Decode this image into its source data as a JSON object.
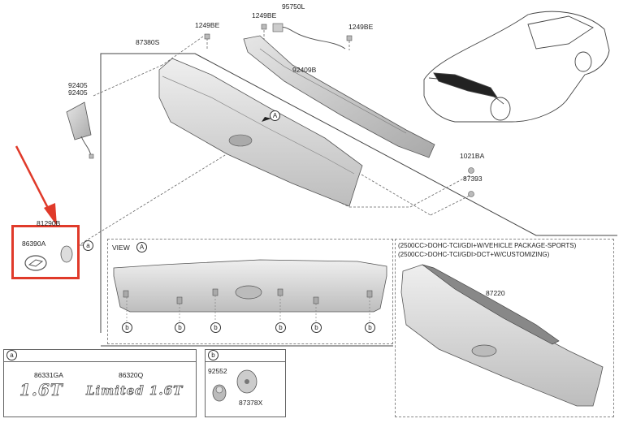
{
  "parts": {
    "p1249be_a": "1249BE",
    "p1249be_b": "1249BE",
    "p1249be_c": "1249BE",
    "p95750l": "95750L",
    "p87380s": "87380S",
    "p92405_1": "92405",
    "p92405_2": "92405",
    "p92409b": "92409B",
    "p1021ba": "1021BA",
    "p87393": "87393",
    "p81290b": "81290B",
    "p86390a": "86390A",
    "p87220": "87220",
    "p86331ga": "86331GA",
    "p86320q": "86320Q",
    "p92552": "92552",
    "p87378x": "87378X"
  },
  "callouts": {
    "a": "a",
    "b": "b",
    "view_a": "A"
  },
  "view": {
    "label": "VIEW"
  },
  "conditions": {
    "line1": "(2500CC>DOHC-TCI/GDI+W/VEHICLE PACKAGE-SPORTS)",
    "line2": "(2500CC>DOHC-TCI/GDI>DCT+W/CUSTOMIZING)"
  },
  "emblems": {
    "e16t": "1.6T",
    "limited": "Limited 1.6T"
  },
  "colors": {
    "highlight": "#e03a2a",
    "part_fill": "#d8d8d8",
    "line": "#555555"
  }
}
